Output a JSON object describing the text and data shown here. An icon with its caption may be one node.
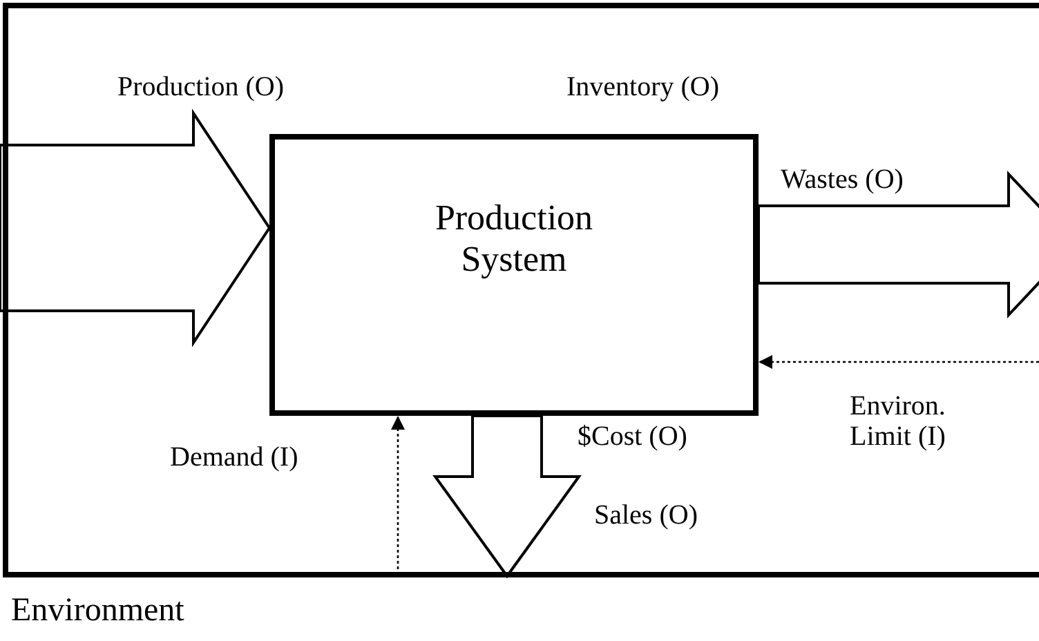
{
  "diagram": {
    "nodes": [
      {
        "text": [
          "Environment"
        ]
      },
      {
        "text": [
          "Production System"
        ],
        "in": 0
      }
    ],
    "edges": [
      {
        "from": null,
        "to": 1,
        "arrow": "to",
        "label": "Production (O)"
      },
      {
        "from": 1,
        "to": null,
        "arrow": "to",
        "label": "Wastes (O)"
      },
      {
        "from": 1,
        "to": null,
        "arrow": "to",
        "label": "Sales (O)"
      },
      {
        "from": null,
        "to": 1,
        "arrow": "to",
        "label": "Demand (I)",
        "style": "dashed"
      },
      {
        "from": null,
        "to": 1,
        "arrow": "to",
        "label": "Environ. Limit (I)",
        "style": "dashed"
      }
    ],
    "labels": [
      "Inventory (O)",
      "$Cost (O)"
    ]
  }
}
